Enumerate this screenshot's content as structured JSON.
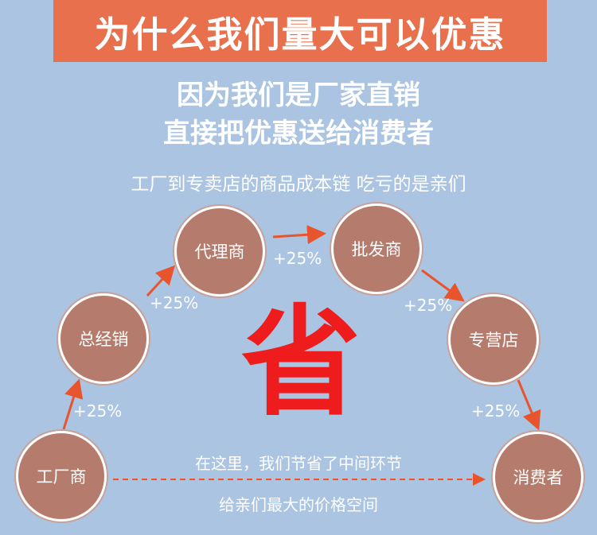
{
  "banner": {
    "title": "为什么我们量大可以优惠"
  },
  "subtitle": {
    "line1": "因为我们是厂家直销",
    "line2": "直接把优惠送给消费者"
  },
  "chain_note": "工厂到专卖店的商品成本链 吃亏的是亲们",
  "nodes": {
    "factory": "工厂商",
    "distributor": "总经销",
    "agent": "代理商",
    "wholesaler": "批发商",
    "store": "专营店",
    "consumer": "消费者"
  },
  "markups": {
    "factory_to_distributor": "+25%",
    "distributor_to_agent": "+25%",
    "agent_to_wholesaler": "+25%",
    "wholesaler_to_store": "+25%",
    "store_to_consumer": "+25%"
  },
  "save_char": "省",
  "bottom_note": {
    "line1": "在这里，我们节省了中间环节",
    "line2": "给亲们最大的价格空间"
  },
  "colors": {
    "background": "#aac4e2",
    "banner": "#e8704c",
    "node": "#b57b6d",
    "arrow": "#e8542c",
    "save_char": "#ee1c1c"
  }
}
